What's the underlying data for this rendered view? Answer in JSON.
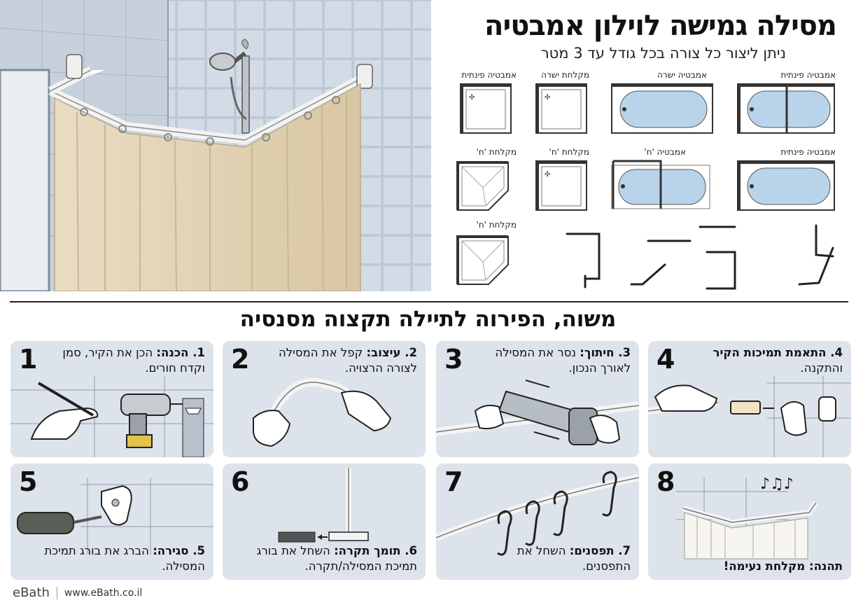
{
  "header": {
    "title": "מסילה גמישה לוילון אמבטיה",
    "subtitle": "ניתן ליצור כל צורה בכל גודל עד 3 מטר"
  },
  "shapes": [
    {
      "label": "אמבטיה פינתית",
      "kind": "bath-corner"
    },
    {
      "label": "אמבטיה ישרה",
      "kind": "bath-straight"
    },
    {
      "label": "מקלחת ישרה",
      "kind": "shower-straight"
    },
    {
      "label": "אמבטיה פינתית",
      "kind": "shower-corner"
    },
    {
      "label": "אמבטיה פינתית",
      "kind": "bath-corner-2"
    },
    {
      "label": "אמבטיה 'ח'",
      "kind": "bath-h"
    },
    {
      "label": "מקלחת 'ח'",
      "kind": "shower-h"
    },
    {
      "label": "מקלחת 'ח'",
      "kind": "shower-pent"
    },
    {
      "label": "מקלחת 'ח'",
      "kind": "shower-pent-2"
    }
  ],
  "section": {
    "title": "משוה, הפירוה לתיילה תקצוה מסנסיה"
  },
  "steps": [
    {
      "num": "1",
      "bold": "1. הכנה:",
      "text": " הכן את הקיר, סמן וקדח חורים."
    },
    {
      "num": "2",
      "bold": "2. עיצוב:",
      "text": " קפל את המסילה לצורה הרצויה."
    },
    {
      "num": "3",
      "bold": "3. חיתוך:",
      "text": " נסר את המסילה לאורך הנכון."
    },
    {
      "num": "4",
      "bold": "4. התאמת תמיכות הקיר",
      "text": " והתקנה."
    },
    {
      "num": "5",
      "bold": "5. סגירה:",
      "text": " הברג את בורג תמיכת המסילה."
    },
    {
      "num": "6",
      "bold": "6. תומך תקרה:",
      "text": " השחל את בורג תמיכת המסילה/תקרה."
    },
    {
      "num": "7",
      "bold": "7. תפסנים:",
      "text": " השחל את התפסנים."
    },
    {
      "num": "8",
      "bold": "תהנה: מקלחת נעימה!",
      "text": ""
    }
  ],
  "footer": {
    "brand": "eBath",
    "url": "www.eBath.co.il"
  },
  "colors": {
    "curtain": "#e8d9bd",
    "tile": "#c9d3de",
    "card": "#dde3ea",
    "water": "#b9d4ea"
  }
}
